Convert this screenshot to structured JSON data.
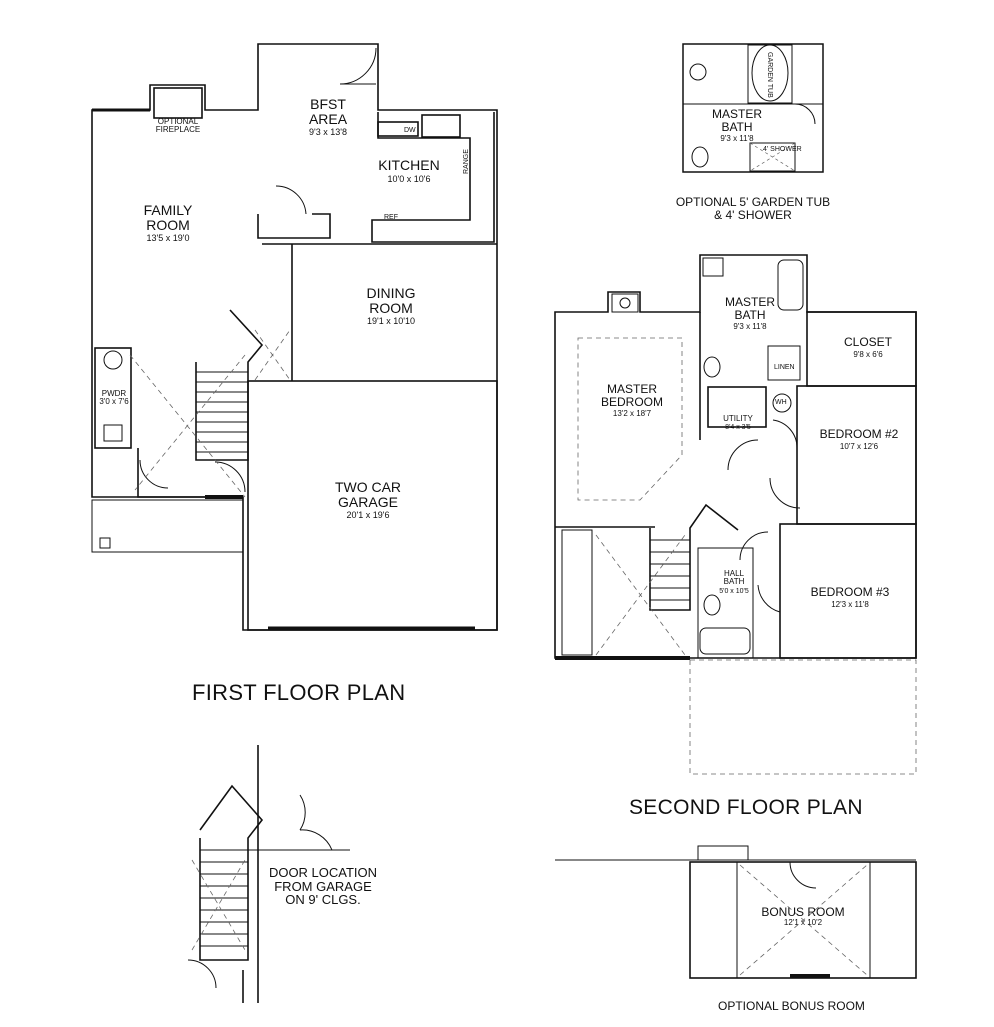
{
  "plan_titles": {
    "first": "FIRST FLOOR PLAN",
    "second": "SECOND FLOOR PLAN",
    "bonus": "OPTIONAL BONUS ROOM",
    "garden_tub_line1": "OPTIONAL 5' GARDEN TUB",
    "garden_tub_line2": "& 4' SHOWER",
    "door_note_line1": "DOOR LOCATION",
    "door_note_line2": "FROM GARAGE",
    "door_note_line3": "ON 9' CLGS."
  },
  "first_floor": {
    "bfst": {
      "name1": "BFST",
      "name2": "AREA",
      "dim": "9'3 x 13'8"
    },
    "kitchen": {
      "name": "KITCHEN",
      "dim": "10'0 x 10'6"
    },
    "family": {
      "name1": "FAMILY",
      "name2": "ROOM",
      "dim": "13'5 x 19'0"
    },
    "dining": {
      "name1": "DINING",
      "name2": "ROOM",
      "dim": "19'1 x 10'10"
    },
    "garage": {
      "name1": "TWO CAR",
      "name2": "GARAGE",
      "dim": "20'1 x 19'6"
    },
    "powder": {
      "name": "PWDR",
      "dim": "3'0 x 7'6"
    },
    "fireplace": {
      "line1": "OPTIONAL",
      "line2": "FIREPLACE"
    },
    "fixtures": {
      "dw": "DW",
      "ref": "REF",
      "range": "RANGE"
    }
  },
  "second_floor": {
    "master_bath": {
      "name1": "MASTER",
      "name2": "BATH",
      "dim": "9'3 x 11'8"
    },
    "closet": {
      "name": "CLOSET",
      "dim": "9'8 x 6'6"
    },
    "master_bed": {
      "name1": "MASTER",
      "name2": "BEDROOM",
      "dim": "13'2 x 18'7"
    },
    "utility": {
      "name": "UTILITY",
      "dim": "8'4 x 3'5"
    },
    "bed2": {
      "name": "BEDROOM #2",
      "dim": "10'7 x 12'6"
    },
    "bed3": {
      "name": "BEDROOM #3",
      "dim": "12'3 x 11'8"
    },
    "hall_bath": {
      "name1": "HALL",
      "name2": "BATH",
      "dim": "5'0 x 10'5"
    },
    "fixtures": {
      "linen": "LINEN",
      "wh": "WH"
    }
  },
  "optional_bath": {
    "name1": "MASTER",
    "name2": "BATH",
    "dim": "9'3 x 11'8",
    "tub": "GARDEN TUB",
    "shower": "4' SHOWER"
  },
  "bonus_room": {
    "name": "BONUS ROOM",
    "dim": "12'1 x 10'2"
  },
  "colors": {
    "wall": "#111111",
    "thin_line": "#555555",
    "dashed": "#666666",
    "background": "#ffffff"
  }
}
